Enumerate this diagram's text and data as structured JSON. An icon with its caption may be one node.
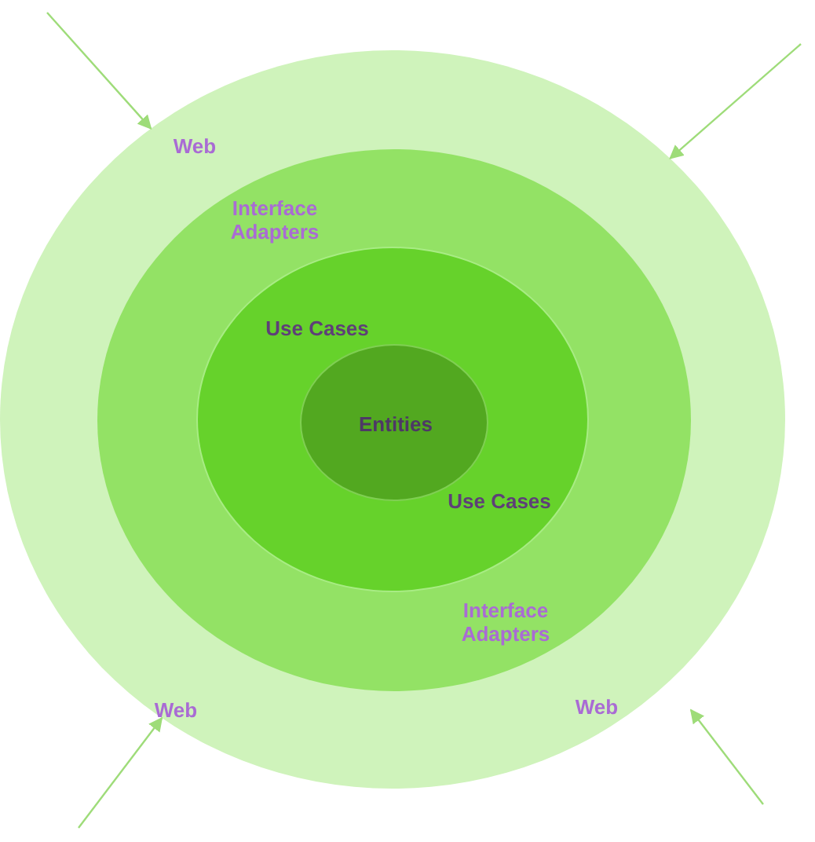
{
  "diagram": {
    "nodes": [
      {
        "text": [
          "Web",
          "Web",
          "Web"
        ]
      },
      {
        "text": [
          "Interface Adapters",
          "Interface Adapters"
        ],
        "in": 0
      },
      {
        "text": [
          "Use Cases",
          "Use Cases"
        ],
        "in": 1
      },
      {
        "text": [
          "Entities"
        ],
        "in": 2
      }
    ]
  }
}
